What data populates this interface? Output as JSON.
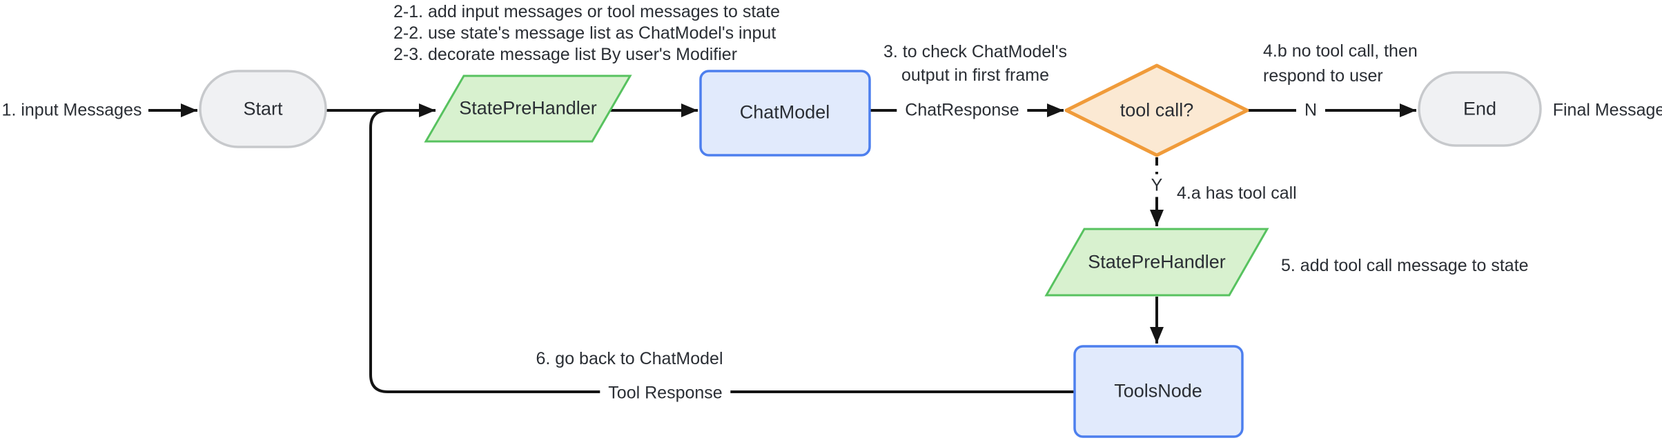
{
  "diagram": {
    "title_hint": "chat model tool-calling flowchart",
    "nodes": {
      "start": "Start",
      "state_pre_handler_1": "StatePreHandler",
      "chat_model": "ChatModel",
      "tool_call_decision": "tool call?",
      "end": "End",
      "state_pre_handler_2": "StatePreHandler",
      "tools_node": "ToolsNode"
    },
    "edge_labels": {
      "input_messages": "1. input Messages",
      "chat_response": "ChatResponse",
      "no_branch": "N",
      "yes_branch": "Y",
      "final_message": "Final Message",
      "tool_response": "Tool Response"
    },
    "annotations": {
      "step2_line1": "2-1. add input messages or tool messages to state",
      "step2_line2": "2-2. use state's message list as ChatModel's input",
      "step2_line3": "2-3. decorate message list By user's Modifier",
      "step3_line1": "3. to check ChatModel's",
      "step3_line2": "output in first frame",
      "step4b_line1": "4.b no tool call, then",
      "step4b_line2": "respond to user",
      "step4a": "4.a has tool call",
      "step5": "5. add tool call message to state",
      "step6": "6. go back to ChatModel"
    },
    "colors": {
      "terminal_fill": "#f0f1f3",
      "terminal_border": "#c7c9cc",
      "process_fill": "#e1eafc",
      "process_border": "#4d7fee",
      "io_fill": "#d8f1cf",
      "io_border": "#57c25f",
      "decision_fill": "#fbe9d3",
      "decision_border": "#f09b3a",
      "line": "#141414",
      "text": "#2a2e34"
    }
  }
}
